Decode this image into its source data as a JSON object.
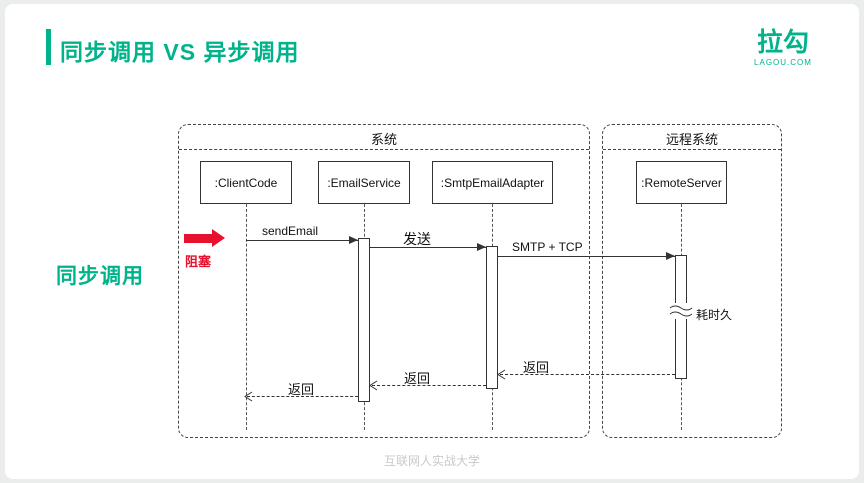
{
  "slide": {
    "title": "同步调用 VS 异步调用",
    "side_label": "同步调用",
    "watermark": "互联网人实战大学"
  },
  "logo": {
    "name": "拉勾",
    "domain": "LAGOU.COM"
  },
  "diagram": {
    "frames": [
      {
        "label": "系统"
      },
      {
        "label": "远程系统"
      }
    ],
    "lifelines": [
      {
        "label": ":ClientCode"
      },
      {
        "label": ":EmailService"
      },
      {
        "label": ":SmtpEmailAdapter"
      },
      {
        "label": ":RemoteServer"
      }
    ],
    "messages": [
      {
        "label": "sendEmail",
        "type": "sync"
      },
      {
        "label": "发送",
        "type": "sync"
      },
      {
        "label": "SMTP + TCP",
        "type": "sync"
      },
      {
        "label": "返回",
        "type": "return"
      },
      {
        "label": "返回",
        "type": "return"
      },
      {
        "label": "返回",
        "type": "return"
      }
    ],
    "annotations": {
      "blocking": "阻塞",
      "long_duration": "耗时久"
    }
  },
  "colors": {
    "accent": "#00b38a",
    "alert": "#e8112d",
    "line": "#333333"
  }
}
